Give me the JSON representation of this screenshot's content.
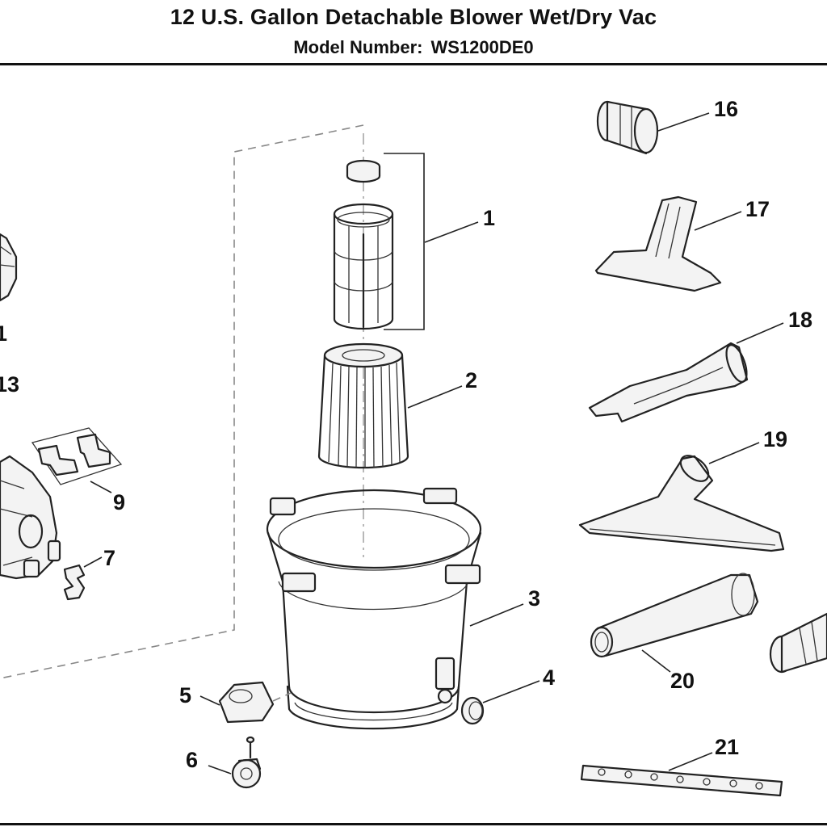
{
  "header": {
    "title": "12 U.S. Gallon Detachable Blower Wet/Dry Vac",
    "model_label": "Model Number:",
    "model_number": "WS1200DE0"
  },
  "callouts": {
    "c1": "1",
    "c2": "2",
    "c3": "3",
    "c4": "4",
    "c5": "5",
    "c6": "6",
    "c7": "7",
    "c9": "9",
    "c13": "13",
    "c16": "16",
    "c17": "17",
    "c18": "18",
    "c19": "19",
    "c20": "20",
    "c21": "21",
    "c_partial": "1"
  }
}
